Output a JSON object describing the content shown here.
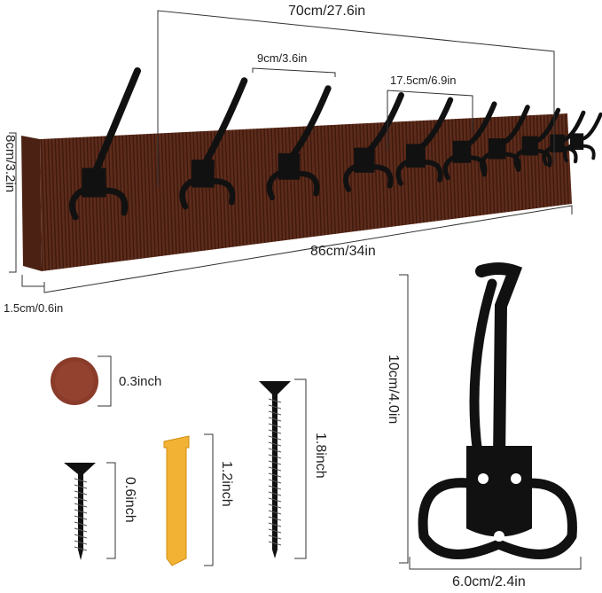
{
  "dimensions": {
    "hook_span": "70cm/27.6in",
    "hook_spacing": "9cm/3.6in",
    "double_spacing": "17.5cm/6.9in",
    "board_height": "8cm/3.2in",
    "board_length": "86cm/34in",
    "board_thickness": "1.5cm/0.6in",
    "cap_diameter": "0.3inch",
    "hook_height": "10cm/4.0in",
    "hook_width": "6.0cm/2.4in",
    "anchor_length": "1.2inch",
    "long_screw_length": "1.8inch",
    "short_screw_length": "0.6inch"
  },
  "colors": {
    "wood": "#5a2a1a",
    "hook": "#111111",
    "anchor": "#f2b233",
    "cap": "#8a3b2a"
  }
}
